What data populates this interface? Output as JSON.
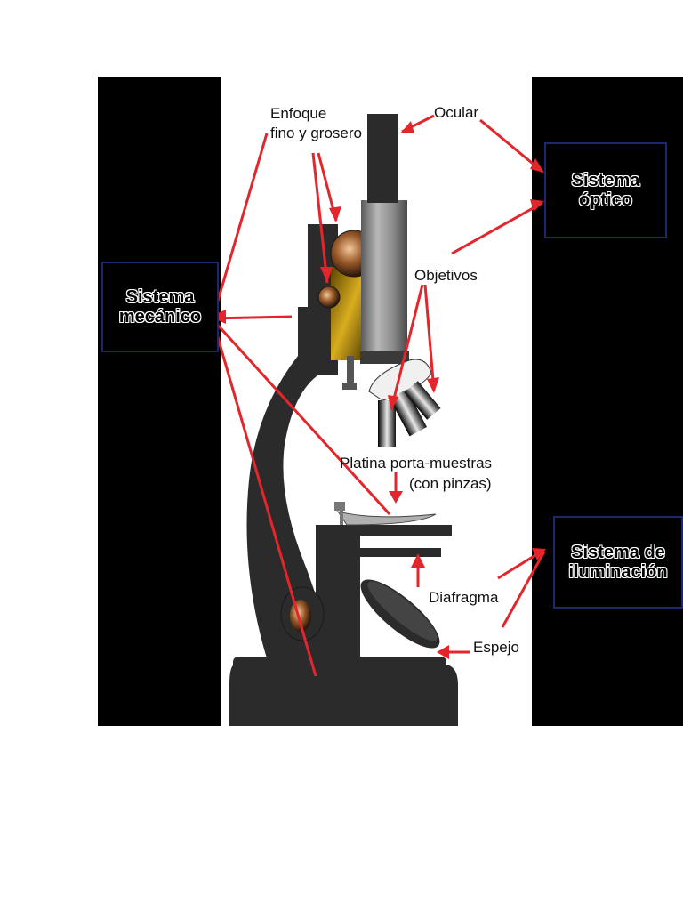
{
  "labels": {
    "enfoque": "Enfoque",
    "enfoque2": "fino y grosero",
    "ocular": "Ocular",
    "objetivos": "Objetivos",
    "platina": "Platina porta-muestras",
    "platina2": "(con pinzas)",
    "diafragma": "Diafragma",
    "espejo": "Espejo"
  },
  "systems": {
    "mecanico_1": "Sistema",
    "mecanico_2": "mecánico",
    "optico_1": "Sistema",
    "optico_2": "óptico",
    "iluminacion_1": "Sistema de",
    "iluminacion_2": "iluminación"
  },
  "colors": {
    "arrow": "#e3262c",
    "body": "#2b2b2b",
    "box_border": "#1c2a6a"
  }
}
